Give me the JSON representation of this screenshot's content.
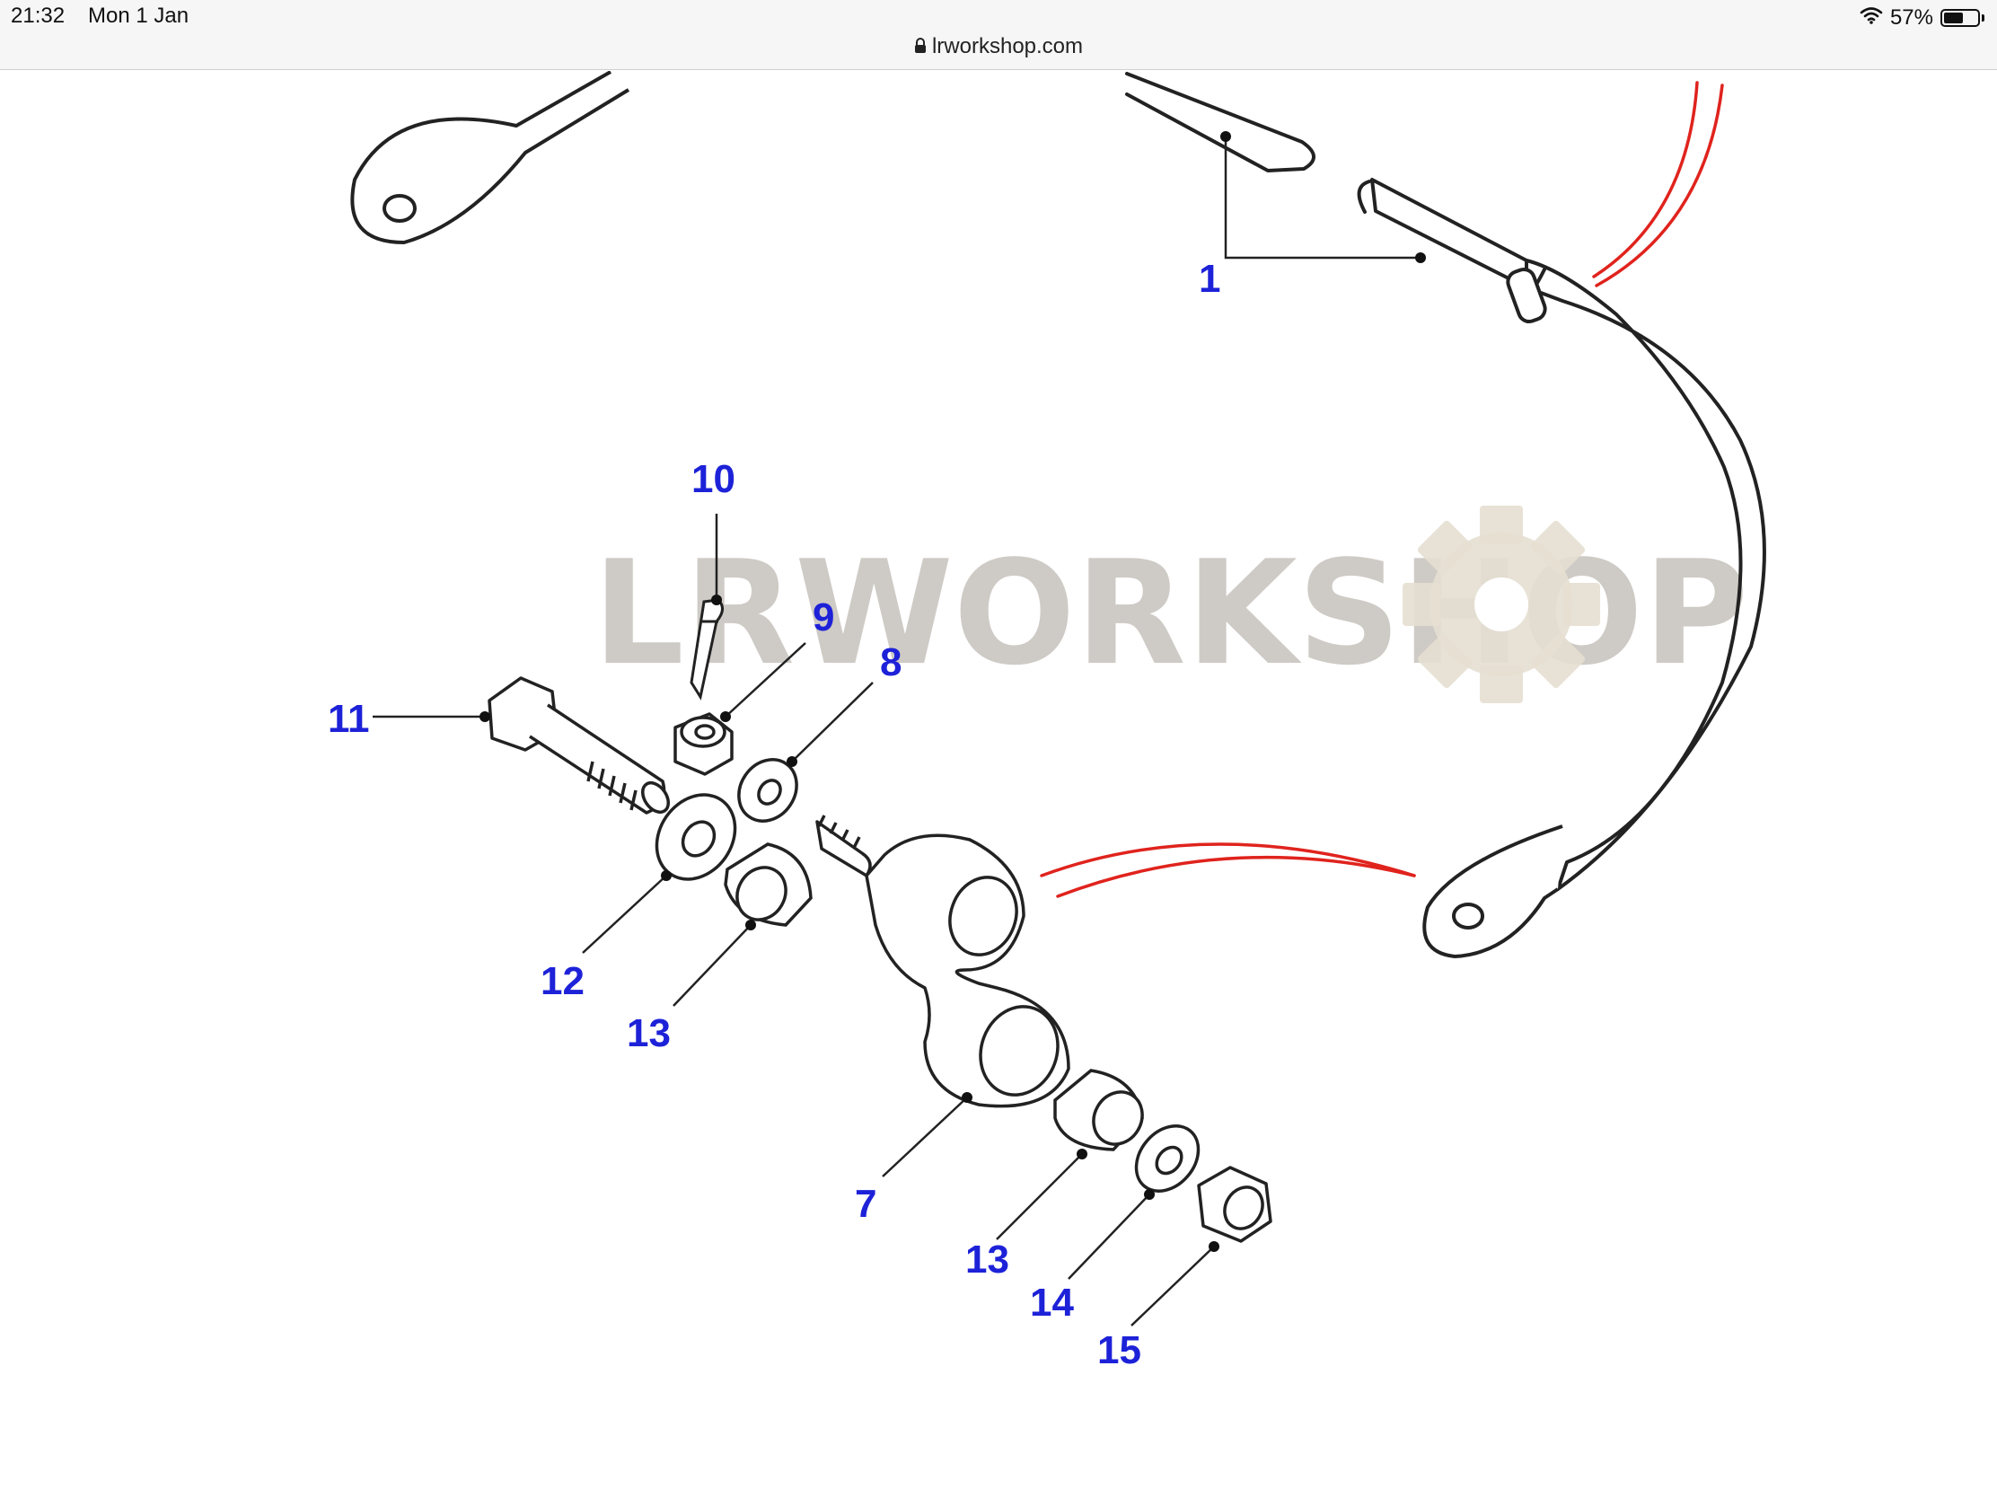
{
  "status_bar": {
    "time": "21:32",
    "date": "Mon 1 Jan",
    "url": "lrworkshop.com",
    "battery_percent": "57%",
    "battery_level": 0.57,
    "icons": [
      "lock-icon",
      "wifi-icon",
      "battery-icon"
    ]
  },
  "diagram": {
    "watermark": "LRWORKSHOP",
    "callout_color": "#1d22d8",
    "callouts": {
      "c1": "1",
      "c7": "7",
      "c8": "8",
      "c9": "9",
      "c10": "10",
      "c11": "11",
      "c12": "12",
      "c13a": "13",
      "c13b": "13",
      "c14": "14",
      "c15": "15"
    }
  }
}
